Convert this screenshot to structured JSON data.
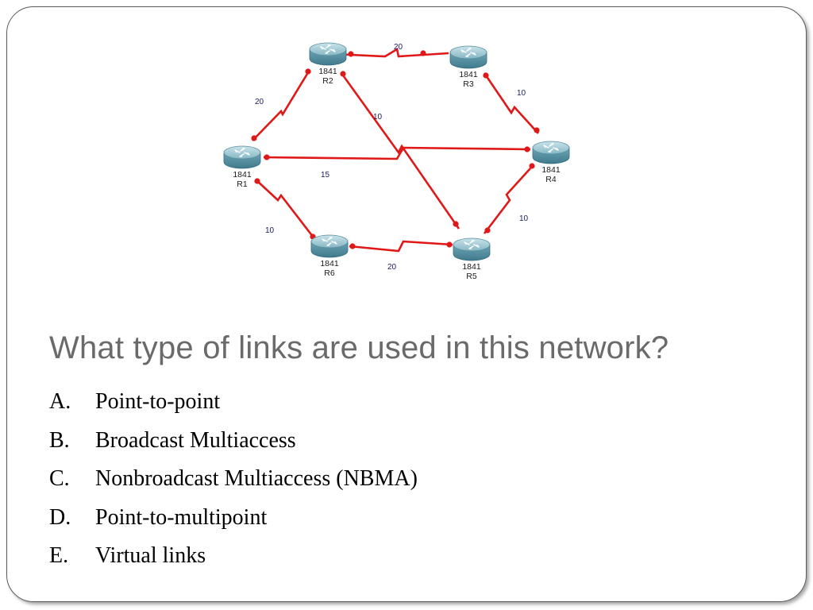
{
  "diagram": {
    "routers": [
      {
        "id": "r1",
        "model": "1841",
        "name": "R1"
      },
      {
        "id": "r2",
        "model": "1841",
        "name": "R2"
      },
      {
        "id": "r3",
        "model": "1841",
        "name": "R3"
      },
      {
        "id": "r4",
        "model": "1841",
        "name": "R4"
      },
      {
        "id": "r5",
        "model": "1841",
        "name": "R5"
      },
      {
        "id": "r6",
        "model": "1841",
        "name": "R6"
      }
    ],
    "links": [
      {
        "from": "R2",
        "to": "R3",
        "cost": "20"
      },
      {
        "from": "R1",
        "to": "R2",
        "cost": "20"
      },
      {
        "from": "R3",
        "to": "R4",
        "cost": "10"
      },
      {
        "from": "R2",
        "to": "R5",
        "cost": "10"
      },
      {
        "from": "R1",
        "to": "R4",
        "cost": "15"
      },
      {
        "from": "R4",
        "to": "R5",
        "cost": "10"
      },
      {
        "from": "R1",
        "to": "R6",
        "cost": "10"
      },
      {
        "from": "R6",
        "to": "R5",
        "cost": "20"
      }
    ],
    "colors": {
      "link": "#e01818",
      "router_body": "#5f98a8",
      "router_top": "#9cc8d4",
      "text": "#1a1a1a"
    }
  },
  "question": "What type of links are used in this network?",
  "answers": [
    {
      "letter": "A.",
      "text": "Point-to-point"
    },
    {
      "letter": "B.",
      "text": "Broadcast Multiaccess"
    },
    {
      "letter": "C.",
      "text": "Nonbroadcast Multiaccess (NBMA)"
    },
    {
      "letter": "D.",
      "text": "Point-to-multipoint"
    },
    {
      "letter": "E.",
      "text": "Virtual links"
    }
  ]
}
